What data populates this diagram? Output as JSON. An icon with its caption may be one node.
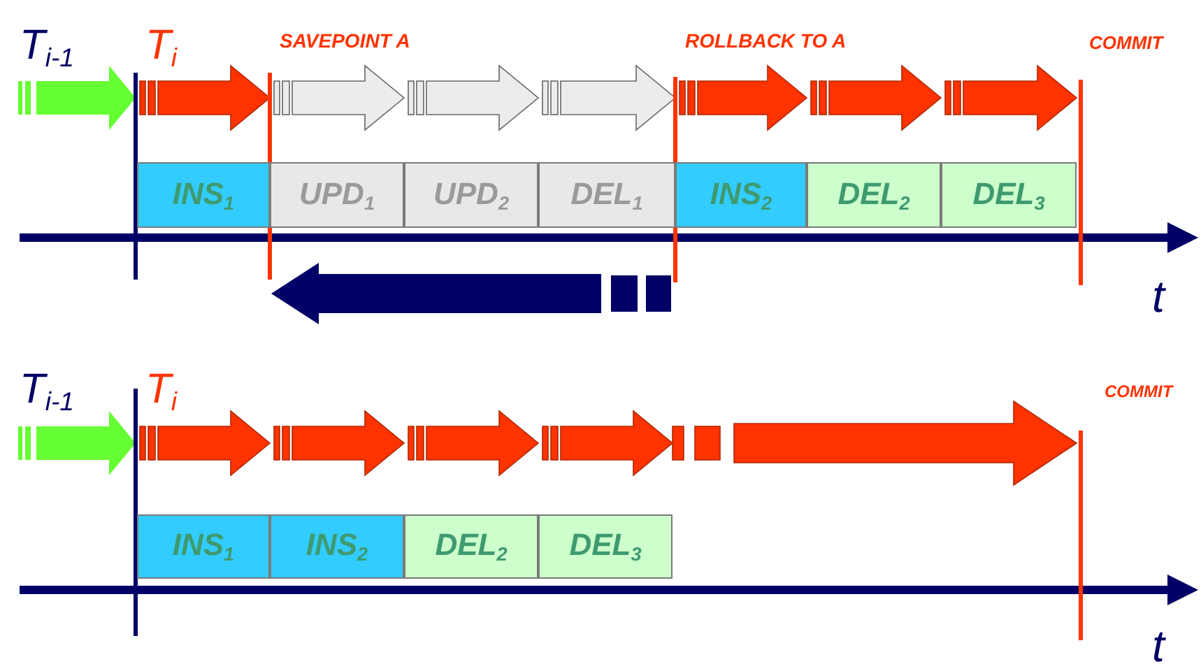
{
  "diagram": {
    "nodes": [
      {
        "text": [
          "INS$_{1}$"
        ]
      },
      {
        "text": [
          "UPD$_{1}$"
        ]
      },
      {
        "text": [
          "UPD$_{2}$"
        ]
      },
      {
        "text": [
          "DEL$_{1}$"
        ]
      },
      {
        "text": [
          "INS$_{2}$"
        ]
      },
      {
        "text": [
          "DEL$_{2}$"
        ]
      },
      {
        "text": [
          "DEL$_{3}$"
        ]
      },
      {
        "text": [
          "INS$_{1}$"
        ]
      },
      {
        "text": [
          "INS$_{2}$"
        ]
      },
      {
        "text": [
          "DEL$_{2}$"
        ]
      },
      {
        "text": [
          "DEL$_{3}$"
        ]
      }
    ],
    "labels": [
      "T$_{i-1}$",
      "T$_{i}$",
      "SAVEPOINT A",
      "ROLLBACK TO A",
      "COMMIT",
      "t",
      "T$_{i-1}$",
      "T$_{i}$",
      "COMMIT",
      "t"
    ]
  }
}
